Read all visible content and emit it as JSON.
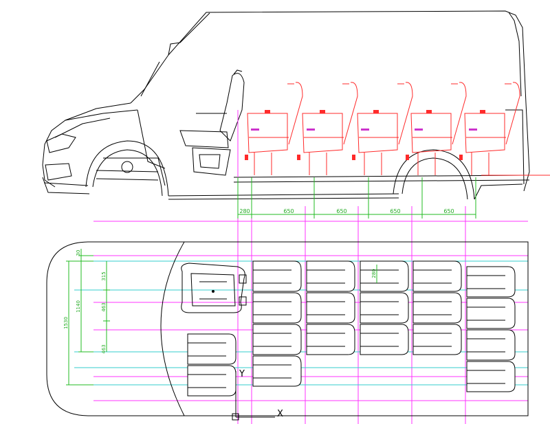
{
  "side_view": {
    "dimensions": [
      "280",
      "650",
      "650",
      "650",
      "650"
    ]
  },
  "top_view": {
    "dimensions_vertical": [
      "30",
      "315",
      "463",
      "463",
      "1140",
      "1530",
      "280"
    ],
    "axis_y": "Y",
    "axis_x": "X"
  },
  "colors": {
    "outline": "#000000",
    "seat": "#ff2a2a",
    "dimension": "#22bb22",
    "guide_magenta": "#ff33ff",
    "guide_cyan": "#33cccc"
  }
}
